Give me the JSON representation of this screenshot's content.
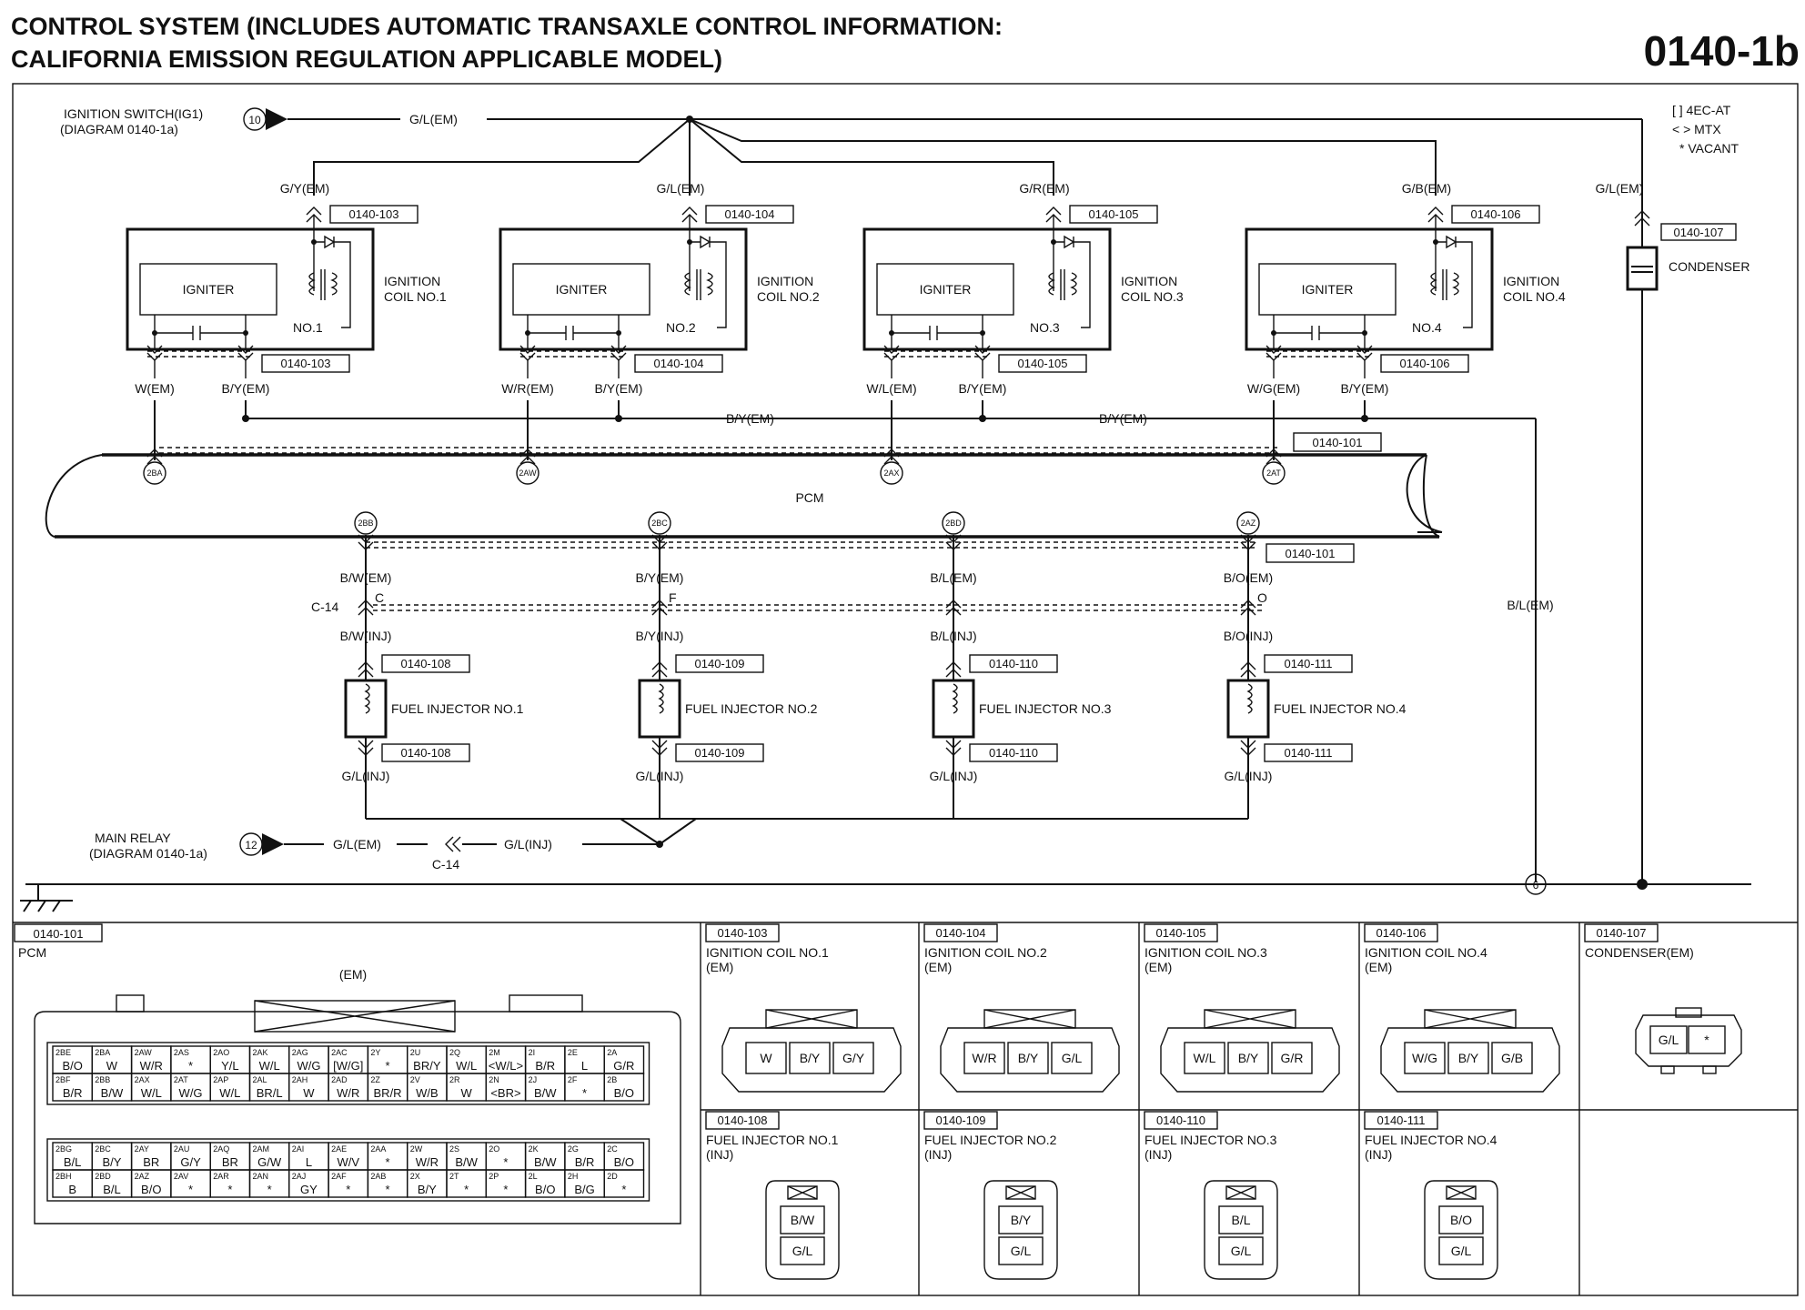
{
  "header": {
    "title_line1": "CONTROL SYSTEM (INCLUDES AUTOMATIC TRANSAXLE CONTROL INFORMATION:",
    "title_line2": "CALIFORNIA EMISSION REGULATION APPLICABLE MODEL)",
    "diagram_no": "0140-1b"
  },
  "legend": {
    "l1": "[ ] 4EC-AT",
    "l2": "< > MTX",
    "l3": "* VACANT"
  },
  "sources": {
    "ig_name": "IGNITION SWITCH(IG1)",
    "ig_ref": "(DIAGRAM 0140-1a)",
    "ig_pin": "10",
    "ig_wire": "G/L(EM)",
    "mr_name": "MAIN RELAY",
    "mr_ref": "(DIAGRAM 0140-1a)",
    "mr_pin": "12",
    "mr_wire_em": "G/L(EM)",
    "mr_wire_inj": "G/L(INJ)",
    "mr_conn": "C-14"
  },
  "coils": [
    {
      "top_wire": "G/Y(EM)",
      "conn": "0140-103",
      "igniter": "IGNITER",
      "coil_l1": "IGNITION",
      "coil_l2": "COIL NO.1",
      "no": "NO.1",
      "wire_a": "W(EM)",
      "wire_b": "B/Y(EM)",
      "pcm_pin": "2BA"
    },
    {
      "top_wire": "G/L(EM)",
      "conn": "0140-104",
      "igniter": "IGNITER",
      "coil_l1": "IGNITION",
      "coil_l2": "COIL NO.2",
      "no": "NO.2",
      "wire_a": "W/R(EM)",
      "wire_b": "B/Y(EM)",
      "pcm_pin": "2AW"
    },
    {
      "top_wire": "G/R(EM)",
      "conn": "0140-105",
      "igniter": "IGNITER",
      "coil_l1": "IGNITION",
      "coil_l2": "COIL NO.3",
      "no": "NO.3",
      "wire_a": "W/L(EM)",
      "wire_b": "B/Y(EM)",
      "pcm_pin": "2AX"
    },
    {
      "top_wire": "G/B(EM)",
      "conn": "0140-106",
      "igniter": "IGNITER",
      "coil_l1": "IGNITION",
      "coil_l2": "COIL NO.4",
      "no": "NO.4",
      "wire_a": "W/G(EM)",
      "wire_b": "B/Y(EM)",
      "pcm_pin": "2AT"
    }
  ],
  "by_bus": {
    "label1": "B/Y(EM)",
    "label2": "B/Y(EM)",
    "pcm_conn": "0140-101"
  },
  "condenser": {
    "wire": "G/L(EM)",
    "conn": "0140-107",
    "label": "CONDENSER"
  },
  "pcm": {
    "label": "PCM",
    "conn_bottom": "0140-101",
    "ground_pin": "6",
    "gnd_wire": "B/L(EM)"
  },
  "injectors": [
    {
      "pcm_pin": "2BB",
      "wire_em": "B/W(EM)",
      "c14_pin": "C",
      "wire_inj": "B/W(INJ)",
      "conn": "0140-108",
      "label": "FUEL INJECTOR NO.1",
      "out_wire": "G/L(INJ)"
    },
    {
      "pcm_pin": "2BC",
      "wire_em": "B/Y(EM)",
      "c14_pin": "F",
      "wire_inj": "B/Y(INJ)",
      "conn": "0140-109",
      "label": "FUEL INJECTOR NO.2",
      "out_wire": "G/L(INJ)"
    },
    {
      "pcm_pin": "2BD",
      "wire_em": "B/L(EM)",
      "c14_pin": "",
      "wire_inj": "B/L(INJ)",
      "conn": "0140-110",
      "label": "FUEL INJECTOR NO.3",
      "out_wire": "G/L(INJ)"
    },
    {
      "pcm_pin": "2AZ",
      "wire_em": "B/O(EM)",
      "c14_pin": "O",
      "wire_inj": "B/O(INJ)",
      "conn": "0140-111",
      "label": "FUEL INJECTOR NO.4",
      "out_wire": "G/L(INJ)"
    }
  ],
  "c14_label": "C-14",
  "pcm_connector": {
    "id": "0140-101",
    "name": "PCM",
    "harness": "(EM)",
    "upper_rows": [
      [
        [
          "2BE",
          "B/O"
        ],
        [
          "2BA",
          "W"
        ],
        [
          "2AW",
          "W/R"
        ],
        [
          "2AS",
          "*"
        ],
        [
          "2AO",
          "Y/L"
        ],
        [
          "2AK",
          "W/L"
        ],
        [
          "2AG",
          "W/G"
        ],
        [
          "2AC",
          "[W/G]"
        ],
        [
          "2Y",
          "*"
        ],
        [
          "2U",
          "BR/Y"
        ],
        [
          "2Q",
          "W/L"
        ],
        [
          "2M",
          "<W/L>"
        ],
        [
          "2I",
          "B/R"
        ],
        [
          "2E",
          "L"
        ],
        [
          "2A",
          "G/R"
        ]
      ],
      [
        [
          "2BF",
          "B/R"
        ],
        [
          "2BB",
          "B/W"
        ],
        [
          "2AX",
          "W/L"
        ],
        [
          "2AT",
          "W/G"
        ],
        [
          "2AP",
          "W/L"
        ],
        [
          "2AL",
          "BR/L"
        ],
        [
          "2AH",
          "W"
        ],
        [
          "2AD",
          "W/R"
        ],
        [
          "2Z",
          "BR/R"
        ],
        [
          "2V",
          "W/B"
        ],
        [
          "2R",
          "W"
        ],
        [
          "2N",
          "<BR>"
        ],
        [
          "2J",
          "B/W"
        ],
        [
          "2F",
          "*"
        ],
        [
          "2B",
          "B/O"
        ]
      ]
    ],
    "lower_rows": [
      [
        [
          "2BG",
          "B/L"
        ],
        [
          "2BC",
          "B/Y"
        ],
        [
          "2AY",
          "BR"
        ],
        [
          "2AU",
          "G/Y"
        ],
        [
          "2AQ",
          "BR"
        ],
        [
          "2AM",
          "G/W"
        ],
        [
          "2AI",
          "L"
        ],
        [
          "2AE",
          "W/V"
        ],
        [
          "2AA",
          "*"
        ],
        [
          "2W",
          "W/R"
        ],
        [
          "2S",
          "B/W"
        ],
        [
          "2O",
          "*"
        ],
        [
          "2K",
          "B/W"
        ],
        [
          "2G",
          "B/R"
        ],
        [
          "2C",
          "B/O"
        ]
      ],
      [
        [
          "2BH",
          "B"
        ],
        [
          "2BD",
          "B/L"
        ],
        [
          "2AZ",
          "B/O"
        ],
        [
          "2AV",
          "*"
        ],
        [
          "2AR",
          "*"
        ],
        [
          "2AN",
          "*"
        ],
        [
          "2AJ",
          "GY"
        ],
        [
          "2AF",
          "*"
        ],
        [
          "2AB",
          "*"
        ],
        [
          "2X",
          "B/Y"
        ],
        [
          "2T",
          "*"
        ],
        [
          "2P",
          "*"
        ],
        [
          "2L",
          "B/O"
        ],
        [
          "2H",
          "B/G"
        ],
        [
          "2D",
          "*"
        ]
      ]
    ]
  },
  "coil_connectors": [
    {
      "id": "0140-103",
      "name": "IGNITION COIL NO.1",
      "harness": "(EM)",
      "pins": [
        "W",
        "B/Y",
        "G/Y"
      ]
    },
    {
      "id": "0140-104",
      "name": "IGNITION COIL NO.2",
      "harness": "(EM)",
      "pins": [
        "W/R",
        "B/Y",
        "G/L"
      ]
    },
    {
      "id": "0140-105",
      "name": "IGNITION COIL NO.3",
      "harness": "(EM)",
      "pins": [
        "W/L",
        "B/Y",
        "G/R"
      ]
    },
    {
      "id": "0140-106",
      "name": "IGNITION COIL NO.4",
      "harness": "(EM)",
      "pins": [
        "W/G",
        "B/Y",
        "G/B"
      ]
    }
  ],
  "condenser_connector": {
    "id": "0140-107",
    "name": "CONDENSER(EM)",
    "pins": [
      "G/L",
      "*"
    ]
  },
  "injector_connectors": [
    {
      "id": "0140-108",
      "name": "FUEL INJECTOR NO.1",
      "harness": "(INJ)",
      "pins": [
        "B/W",
        "G/L"
      ]
    },
    {
      "id": "0140-109",
      "name": "FUEL INJECTOR NO.2",
      "harness": "(INJ)",
      "pins": [
        "B/Y",
        "G/L"
      ]
    },
    {
      "id": "0140-110",
      "name": "FUEL INJECTOR NO.3",
      "harness": "(INJ)",
      "pins": [
        "B/L",
        "G/L"
      ]
    },
    {
      "id": "0140-111",
      "name": "FUEL INJECTOR NO.4",
      "harness": "(INJ)",
      "pins": [
        "B/O",
        "G/L"
      ]
    }
  ]
}
